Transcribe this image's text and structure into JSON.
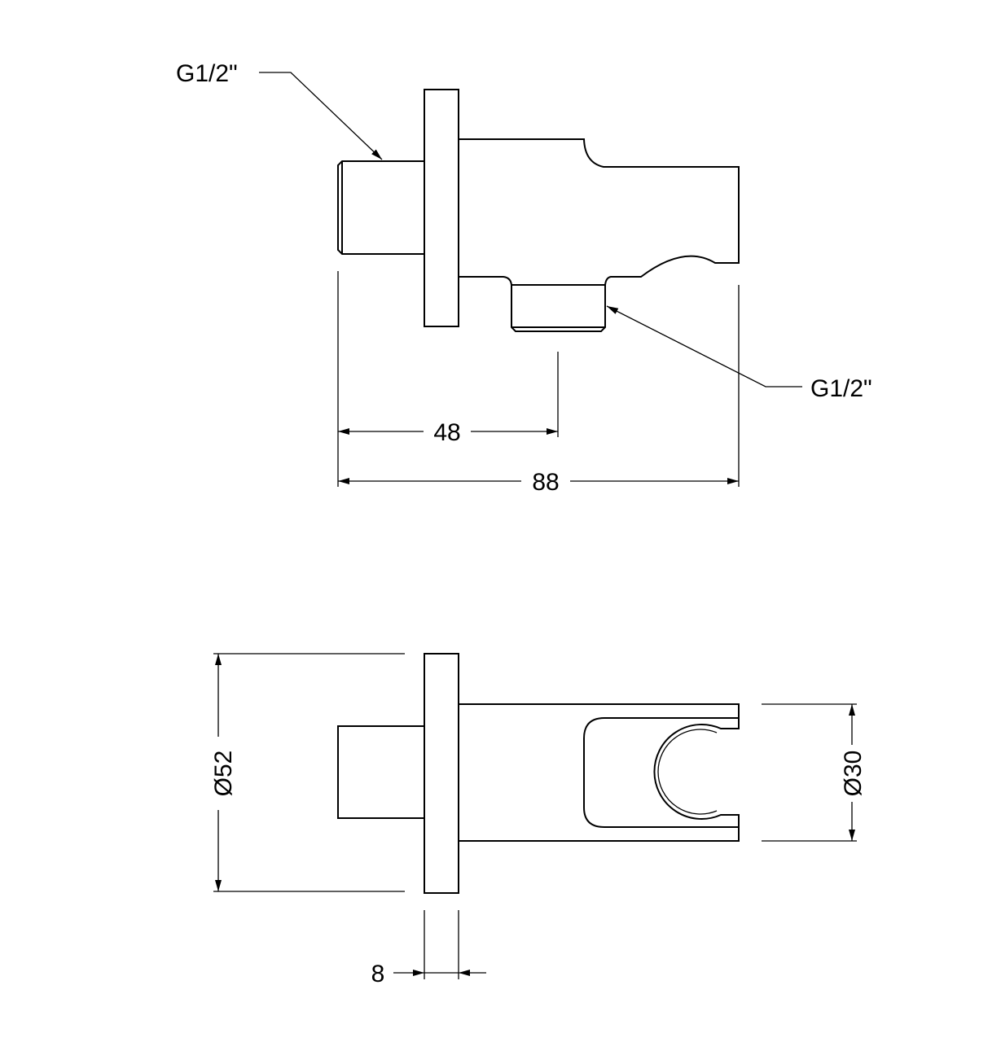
{
  "top_view": {
    "thread_inlet_label": "G1/2\"",
    "thread_outlet_label": "G1/2\"",
    "dim_outlet_position": "48",
    "dim_total_length": "88"
  },
  "bottom_view": {
    "dim_flange_diameter": "Ø52",
    "dim_holder_diameter": "Ø30",
    "dim_flange_thickness": "8"
  },
  "colors": {
    "line": "#000000",
    "background": "#ffffff"
  }
}
